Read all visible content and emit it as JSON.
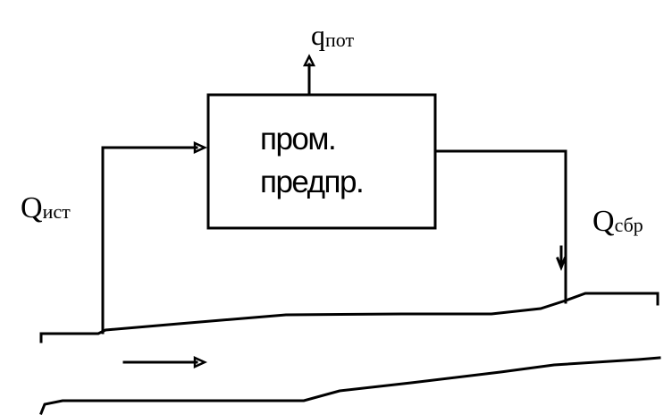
{
  "process": {
    "line1": "пром.",
    "line2": "предпр."
  },
  "flows": {
    "source": {
      "main": "Q",
      "sub": "ист"
    },
    "loss": {
      "main": "q",
      "sub": "пот"
    },
    "discharge": {
      "main": "Q",
      "sub": "сбр"
    }
  },
  "colors": {
    "stroke": "#000000",
    "background": "#ffffff"
  }
}
